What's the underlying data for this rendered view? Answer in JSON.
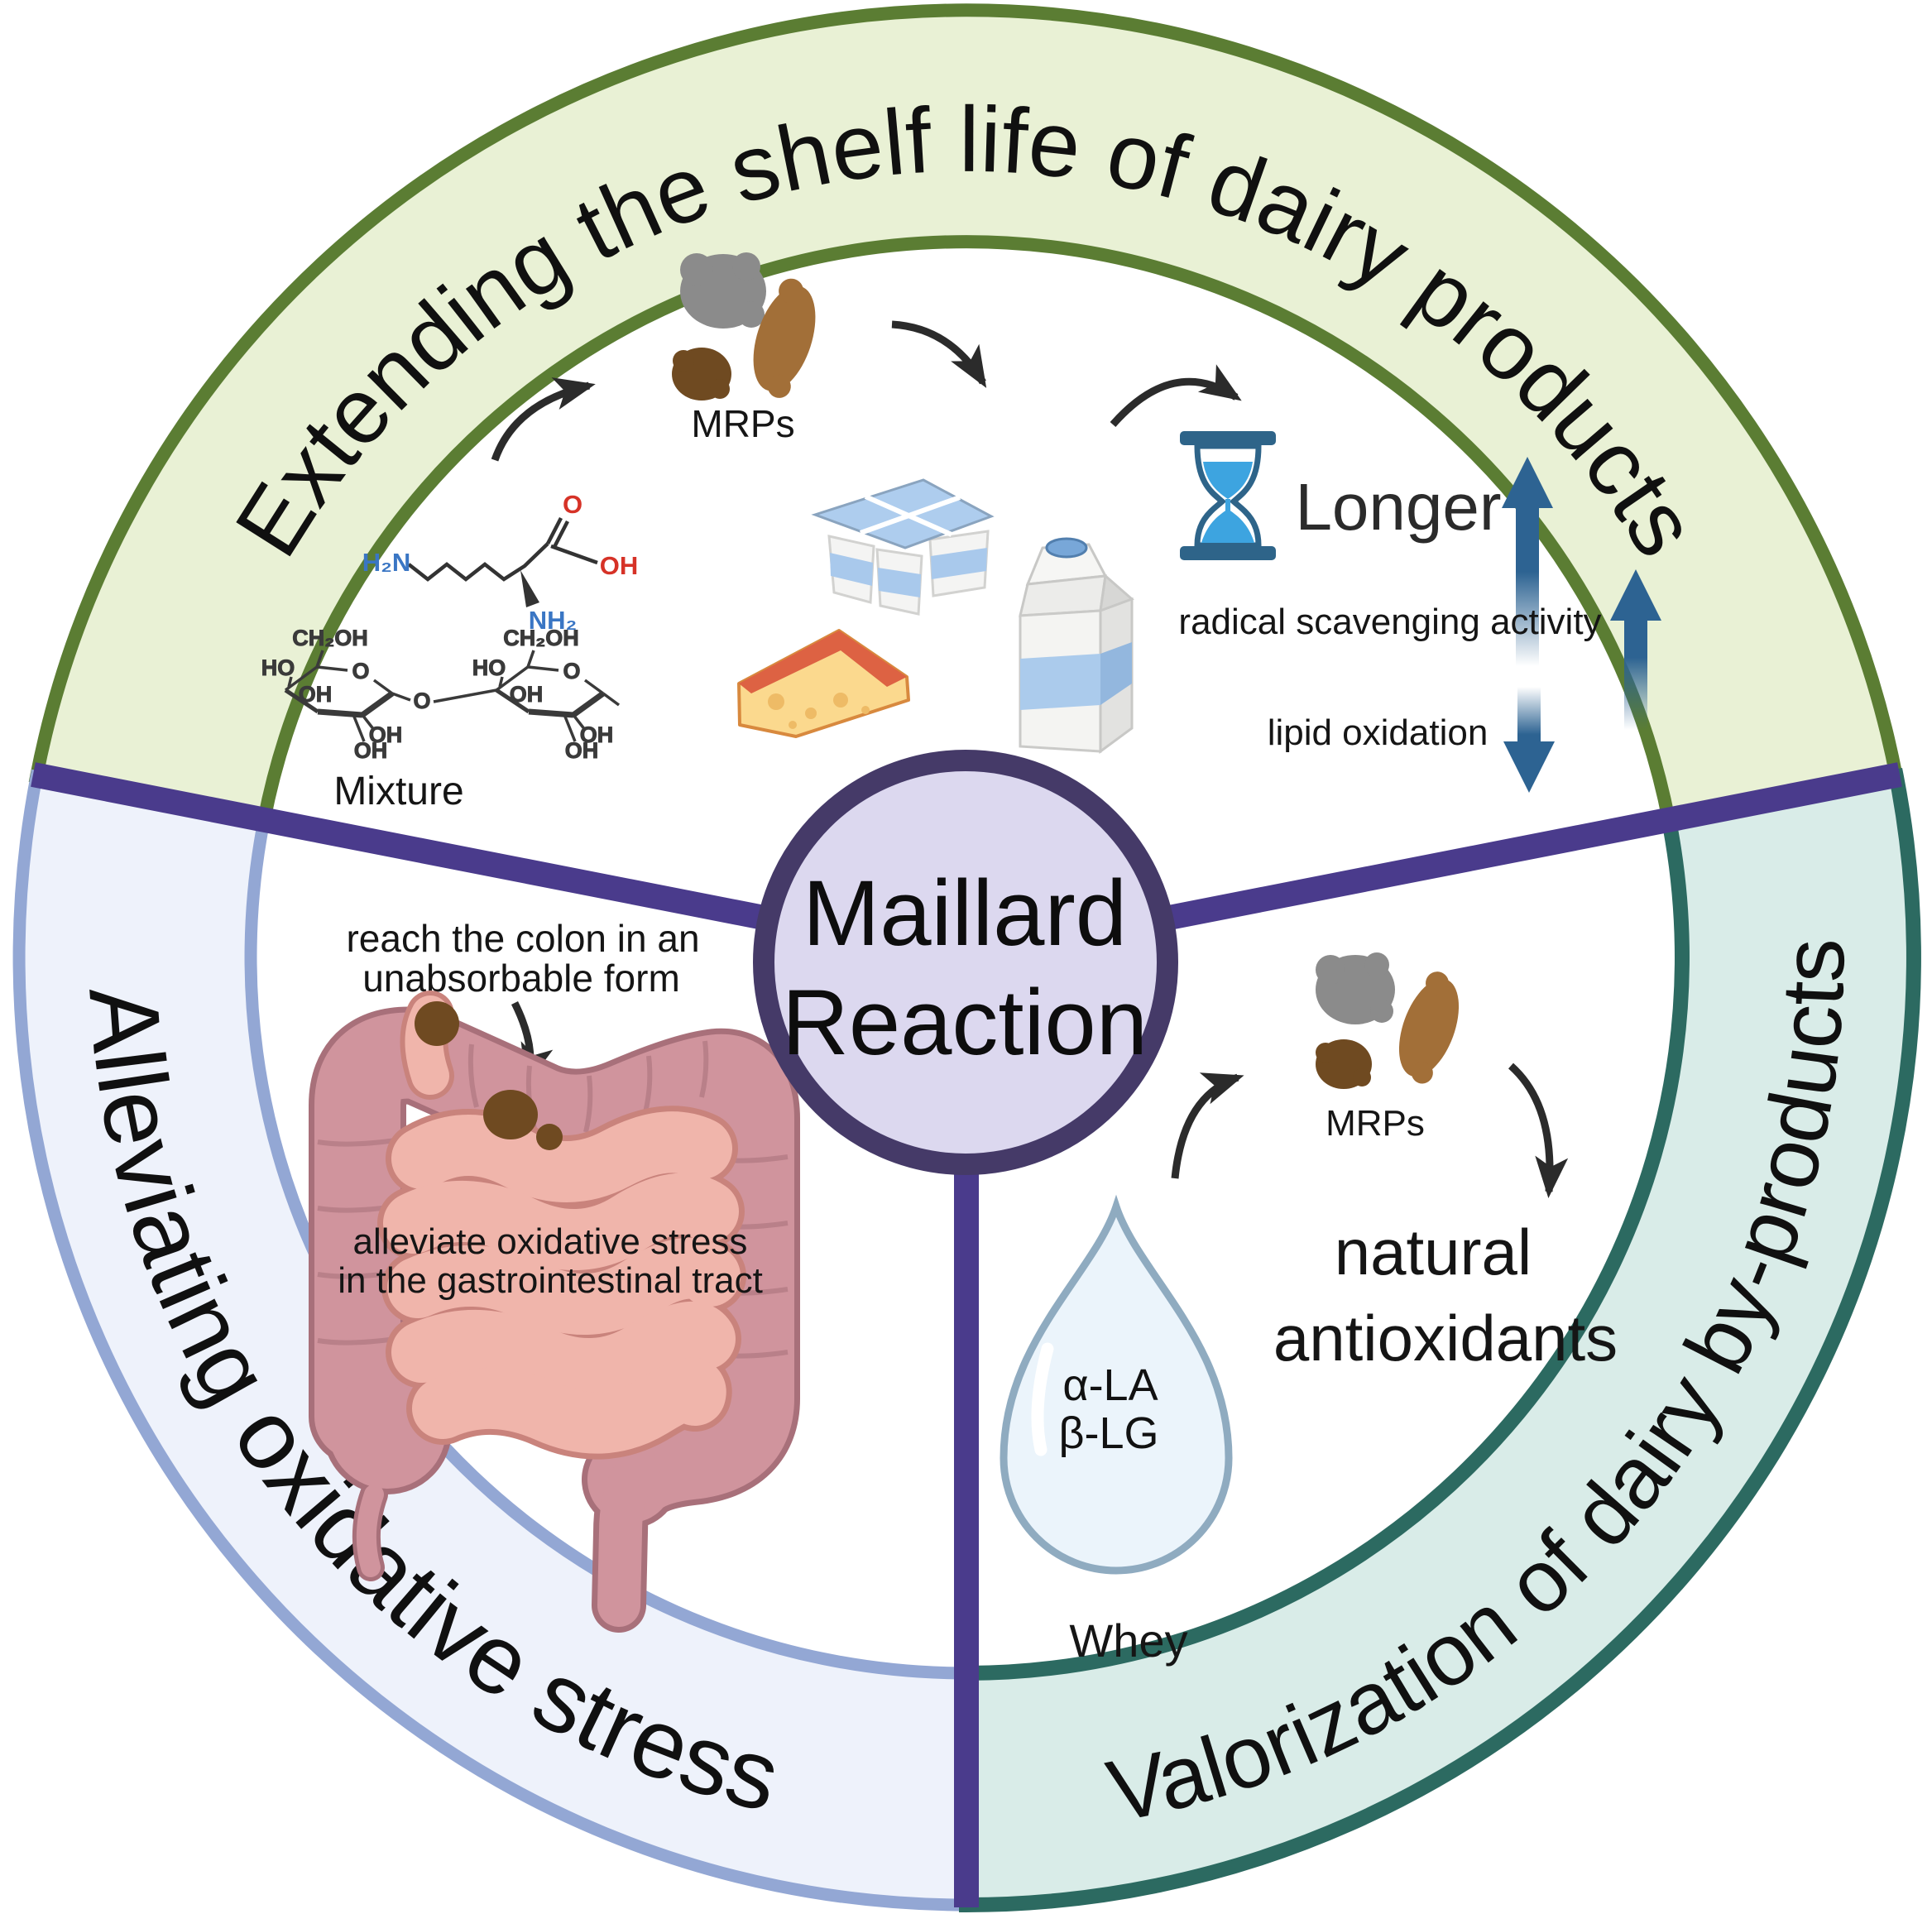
{
  "center": {
    "line1": "Maillard",
    "line2": "Reaction"
  },
  "rings": {
    "top": {
      "label": "Extending the shelf life of dairy products",
      "fill": "#e9f1d5",
      "border": "#5b7d33"
    },
    "bottom_left": {
      "label": "Alleviating oxidative stress",
      "fill": "#eef2fb",
      "border": "#93a7d4"
    },
    "bottom_right": {
      "label": "Valorization of dairy by-products",
      "fill": "#d9ece8",
      "border": "#2c6a61"
    },
    "divider_color": "#4a3b8c"
  },
  "top_sector": {
    "mrps": "MRPs",
    "longer": "Longer",
    "radical": "radical scavenging activity",
    "lipid": "lipid oxidation",
    "mixture": "Mixture"
  },
  "chem": {
    "h2n": "H₂N",
    "nh2": "NH₂",
    "o": "O",
    "oh": "OH",
    "ho": "HO",
    "ch2oh": "CH₂OH"
  },
  "bottom_left_sector": {
    "caption1": "reach the colon in an",
    "caption2": "unabsorbable form",
    "note1": "alleviate oxidative stress",
    "note2": "in the gastrointestinal tract"
  },
  "bottom_right_sector": {
    "mrps": "MRPs",
    "natural1": "natural",
    "natural2": "antioxidants",
    "drop1": "α-LA",
    "drop2": "β-LG",
    "whey": "Whey"
  },
  "colors": {
    "center_fill": "#dcd8ef",
    "center_border": "#453a68",
    "arrow_blue": "#2d6392",
    "arrow_black": "#2b2b2b",
    "hourglass_frame": "#2e6489",
    "hourglass_sand": "#3da4e0",
    "blob_gray": "#8b8b8b",
    "blob_brown": "#6f4a21",
    "blob_tan": "#a26f38",
    "colon_fill": "#d0949d",
    "colon_outline": "#a8707a",
    "small_intestine_fill": "#f0b5ab",
    "small_intestine_outline": "#c9837c",
    "drop_fill": "#ebf4fb",
    "drop_outline": "#8fabc0"
  }
}
